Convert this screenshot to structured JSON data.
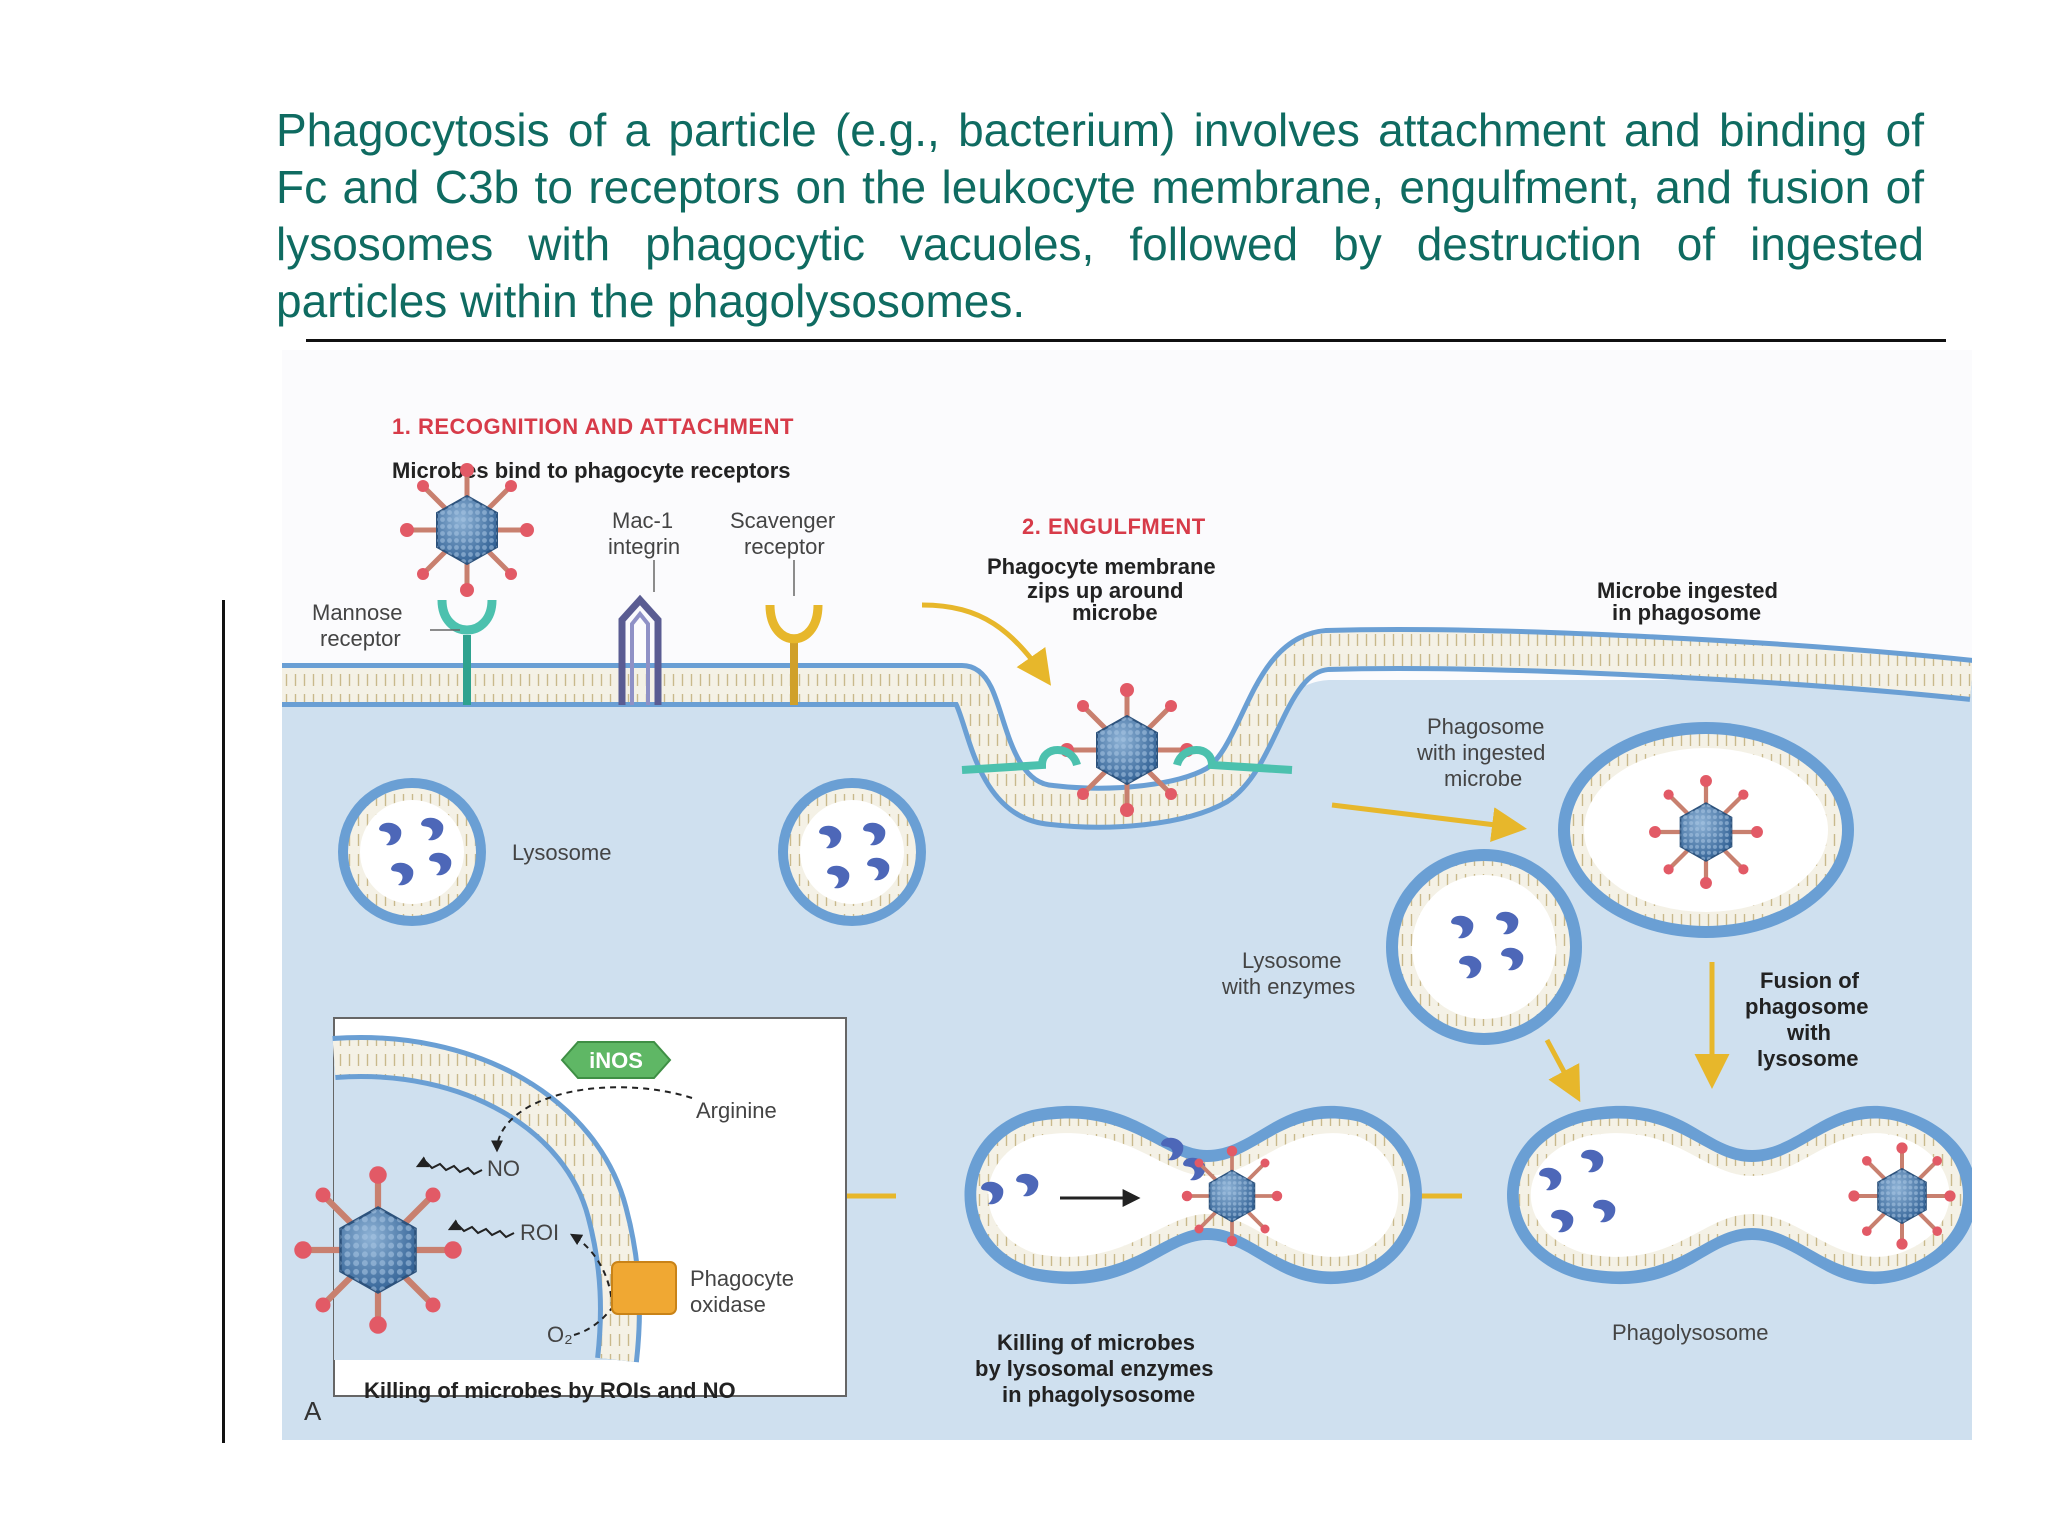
{
  "caption": "Phagocytosis of a particle (e.g., bacterium) involves attachment and binding of Fc and C3b to receptors on the leukocyte membrane, engulfment, and fusion of lysosomes with phagocytic vacuoles, followed by destruction of ingested particles within the phagolysosomes.",
  "figure": {
    "step1_title": "1. RECOGNITION AND ATTACHMENT",
    "step1_subtitle": "Microbes bind to phagocyte receptors",
    "mac1": [
      "Mac-1",
      "integrin"
    ],
    "scavenger": [
      "Scavenger",
      "receptor"
    ],
    "mannose": [
      "Mannose",
      "receptor"
    ],
    "step2_title": "2. ENGULFMENT",
    "engulf_caption": [
      "Phagocyte membrane",
      "zips up around",
      "microbe"
    ],
    "ingested_caption": [
      "Microbe ingested",
      "in phagosome"
    ],
    "phagosome_label": [
      "Phagosome",
      "with ingested",
      "microbe"
    ],
    "lysosome_label": "Lysosome",
    "lysosome_enzymes_label": [
      "Lysosome",
      "with enzymes"
    ],
    "fusion_label": [
      "Fusion of",
      "phagosome",
      "with",
      "lysosome"
    ],
    "phagolysosome_label": "Phagolysosome",
    "killing_enzymes": [
      "Killing of microbes",
      "by lysosomal enzymes",
      "in phagolysosome"
    ],
    "inset": {
      "inos": "iNOS",
      "arginine": "Arginine",
      "no": "NO",
      "roi": "ROI",
      "o2": "O₂",
      "oxidase": [
        "Phagocyte",
        "oxidase"
      ],
      "caption": "Killing of microbes by ROIs and NO"
    },
    "panel_letter": "A"
  },
  "colors": {
    "caption_text": "#0f6b61",
    "step_titles": "#d73b49",
    "cytoplasm": "#cfe0ef",
    "membrane": "#6a9fd4",
    "microbe": "#3f73a6",
    "enzyme": "#4d67b8",
    "arrows": "#e7b72b",
    "inos_badge": "#5fb765",
    "oxidase_box": "#f0a833"
  }
}
